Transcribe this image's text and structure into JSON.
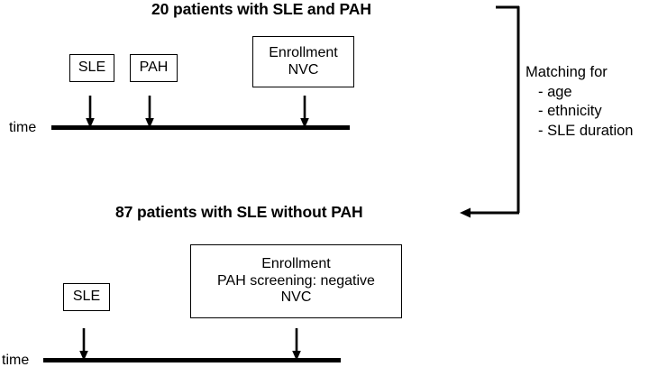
{
  "diagram": {
    "top_cohort": {
      "title": "20 patients with SLE and PAH",
      "timeline_label": "time",
      "events": [
        {
          "name": "sle",
          "lines": [
            "SLE"
          ]
        },
        {
          "name": "pah",
          "lines": [
            "PAH"
          ]
        },
        {
          "name": "enrollment",
          "lines": [
            "Enrollment",
            "NVC"
          ]
        }
      ]
    },
    "bottom_cohort": {
      "title": "87 patients with SLE without PAH",
      "timeline_label": "time",
      "events": [
        {
          "name": "sle",
          "lines": [
            "SLE"
          ]
        },
        {
          "name": "enrollment",
          "lines": [
            "Enrollment",
            "PAH screening: negative",
            "NVC"
          ]
        }
      ]
    },
    "matching": {
      "heading": "Matching for",
      "criteria": [
        "- age",
        "- ethnicity",
        "- SLE duration"
      ]
    },
    "colors": {
      "ink": "#000000",
      "background": "#ffffff"
    }
  }
}
